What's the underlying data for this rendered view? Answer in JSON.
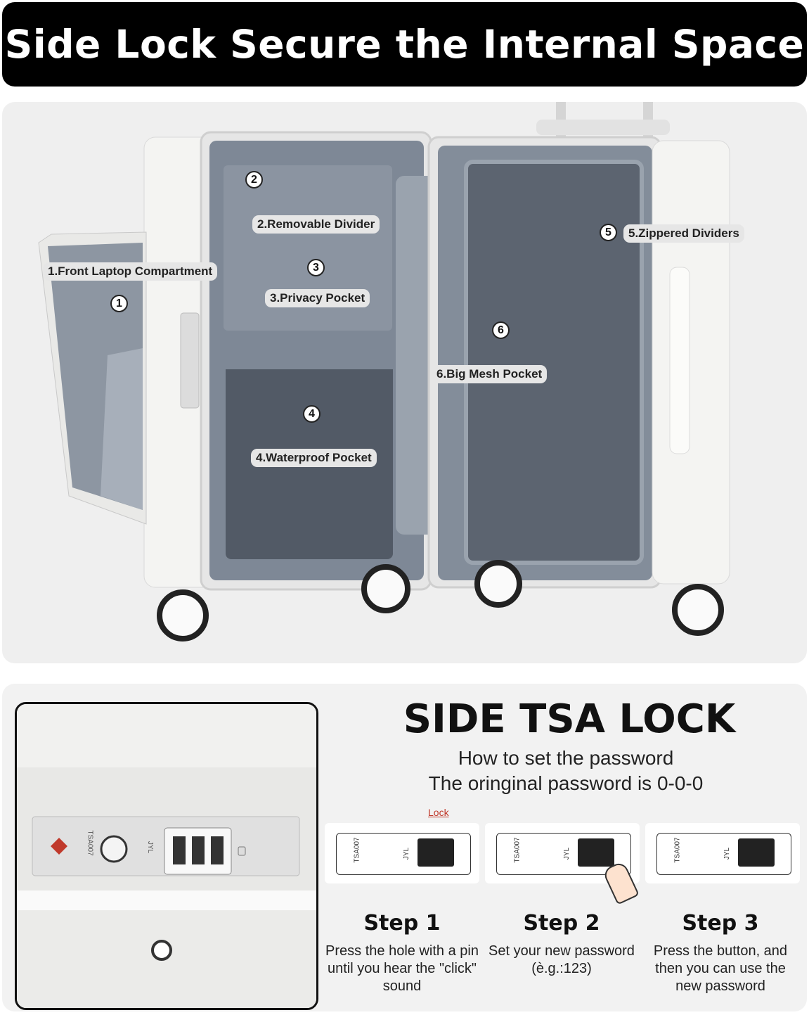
{
  "header": {
    "title": "Side Lock Secure the Internal Space"
  },
  "features": [
    {
      "num": "1",
      "label": "1.Front Laptop Compartment"
    },
    {
      "num": "2",
      "label": "2.Removable Divider"
    },
    {
      "num": "3",
      "label": "3.Privacy Pocket"
    },
    {
      "num": "4",
      "label": "4.Waterproof Pocket"
    },
    {
      "num": "5",
      "label": "5.Zippered Dividers"
    },
    {
      "num": "6",
      "label": "6.Big Mesh Pocket"
    }
  ],
  "lock_section": {
    "title": "SIDE TSA LOCK",
    "subtitle": "How to set the password",
    "original": "The oringinal password is 0-0-0",
    "lock_label": "Lock",
    "plate_text": "TSA007",
    "brand_text": "JYL",
    "steps": [
      {
        "title": "Step 1",
        "desc": "Press the hole with a pin until you hear the \"click\" sound"
      },
      {
        "title": "Step 2",
        "desc": "Set your new password (è.g.:123)"
      },
      {
        "title": "Step 3",
        "desc": "Press the button, and then you can use the new password"
      }
    ]
  },
  "colors": {
    "header_bg": "#000000",
    "accent_red": "#c0392b",
    "lining": "#8a93a0"
  }
}
